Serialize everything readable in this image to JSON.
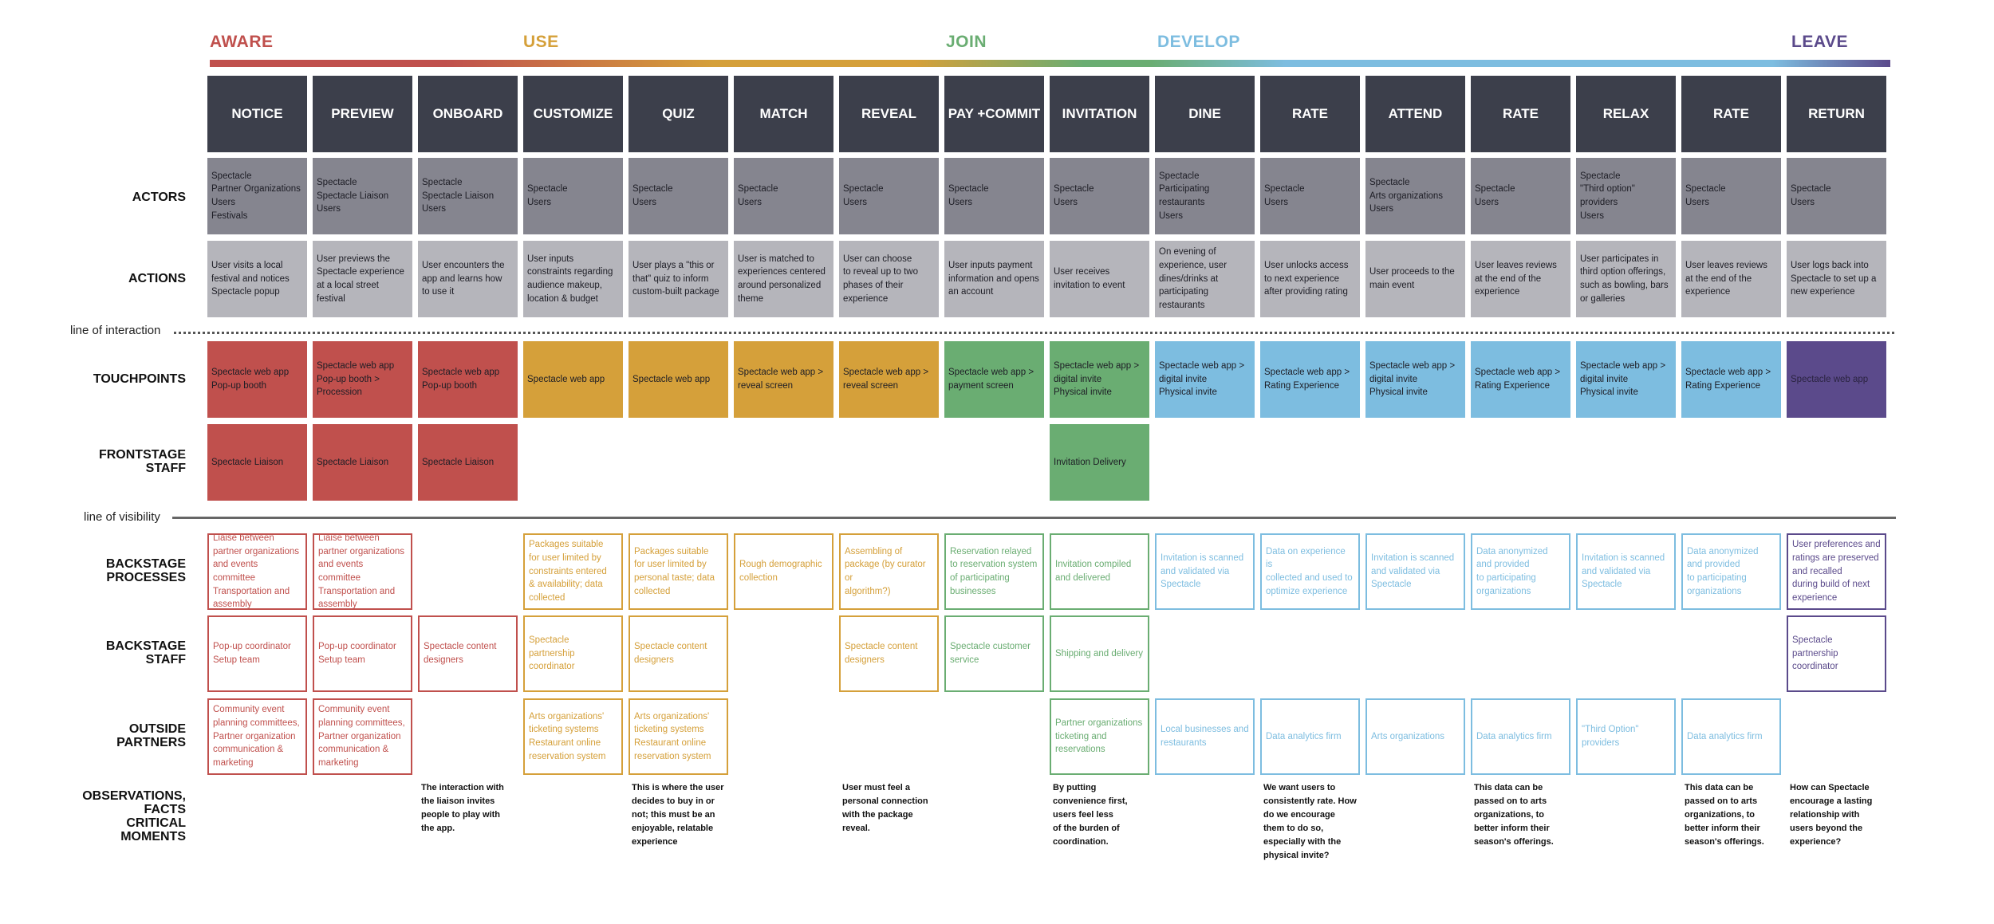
{
  "phases": {
    "aware": {
      "label": "AWARE",
      "color": "#c0504d"
    },
    "use": {
      "label": "USE",
      "color": "#d5a03a"
    },
    "join": {
      "label": "JOIN",
      "color": "#6aad72"
    },
    "develop": {
      "label": "DEVELOP",
      "color": "#7dbde0"
    },
    "leave": {
      "label": "LEAVE",
      "color": "#5b4a8b"
    }
  },
  "stages": [
    {
      "label": "NOTICE"
    },
    {
      "label": "PREVIEW"
    },
    {
      "label": "ONBOARD"
    },
    {
      "label": "CUSTOMIZE"
    },
    {
      "label": "QUIZ"
    },
    {
      "label": "MATCH"
    },
    {
      "label": "REVEAL"
    },
    {
      "label": "PAY +\nCOMMIT"
    },
    {
      "label": "INVITATION"
    },
    {
      "label": "DINE"
    },
    {
      "label": "RATE"
    },
    {
      "label": "ATTEND"
    },
    {
      "label": "RATE"
    },
    {
      "label": "RELAX"
    },
    {
      "label": "RATE"
    },
    {
      "label": "RETURN"
    }
  ],
  "row_labels": {
    "actors": "ACTORS",
    "actions": "ACTIONS",
    "touchpoints": "TOUCHPOINTS",
    "frontstage_staff": "FRONTSTAGE\nSTAFF",
    "backstage_processes": "BACKSTAGE\nPROCESSES",
    "backstage_staff": "BACKSTAGE\nSTAFF",
    "outside_partners": "OUTSIDE\nPARTNERS",
    "observations": "OBSERVATIONS,\nFACTS\nCRITICAL\nMOMENTS"
  },
  "divider_labels": {
    "interaction": "line of interaction",
    "visibility": "line of visibility"
  },
  "actors": [
    "Spectacle\nPartner Organizations\nUsers\nFestivals",
    "Spectacle\nSpectacle Liaison\nUsers",
    "Spectacle\nSpectacle Liaison\nUsers",
    "Spectacle\nUsers",
    "Spectacle\nUsers",
    "Spectacle\nUsers",
    "Spectacle\nUsers",
    "Spectacle\nUsers",
    "Spectacle\nUsers",
    "Spectacle\nParticipating\nrestaurants\nUsers",
    "Spectacle\nUsers",
    "Spectacle\nArts organizations\nUsers",
    "Spectacle\nUsers",
    "Spectacle\n\"Third option\"\nproviders\nUsers",
    "Spectacle\nUsers",
    "Spectacle\nUsers"
  ],
  "actions": [
    "User visits a local\nfestival and notices\nSpectacle popup",
    "User previews the\nSpectacle experience\nat a local street\nfestival",
    "User encounters the\napp and learns how\nto use it",
    "User inputs\nconstraints regarding\naudience makeup,\nlocation & budget",
    "User plays a \"this or\nthat\" quiz to inform\ncustom-built package",
    "User is matched to\nexperiences centered\naround personalized\ntheme",
    "User can choose\nto reveal up to two\nphases of their\nexperience",
    "User inputs payment\ninformation and opens\nan account",
    "User receives\ninvitation to event",
    "On evening of\nexperience, user\ndines/drinks at\nparticipating\nrestaurants",
    "User unlocks access\nto next experience\nafter providing rating",
    "User proceeds to the\nmain event",
    "User leaves reviews\nat the end of the\nexperience",
    "User participates in\nthird option offerings,\nsuch as bowling, bars\nor galleries",
    "User leaves reviews\nat the end of the\nexperience",
    "User logs back into\nSpectacle to set up a\nnew experience"
  ],
  "touchpoints": [
    "Spectacle web app\nPop-up booth",
    "Spectacle web app\nPop-up booth >\nProcession",
    "Spectacle web app\nPop-up booth",
    "Spectacle web app",
    "Spectacle web app",
    "Spectacle web app >\nreveal screen",
    "Spectacle web app >\nreveal screen",
    "Spectacle web app >\npayment screen",
    "Spectacle web app >\ndigital invite\nPhysical invite",
    "Spectacle web app >\ndigital invite\nPhysical invite",
    "Spectacle web app >\nRating Experience",
    "Spectacle web app >\ndigital invite\nPhysical invite",
    "Spectacle web app >\nRating Experience",
    "Spectacle web app >\ndigital invite\nPhysical invite",
    "Spectacle web app >\nRating Experience",
    "Spectacle web app"
  ],
  "frontstage_staff": [
    "Spectacle Liaison",
    "Spectacle Liaison",
    "Spectacle Liaison",
    "",
    "",
    "",
    "",
    "",
    "Invitation Delivery",
    "",
    "",
    "",
    "",
    "",
    "",
    ""
  ],
  "backstage_processes": [
    "Liaise between\npartner organizations\nand events committee\nTransportation and\nassembly",
    "Liaise between\npartner organizations\nand events committee\nTransportation and\nassembly",
    "",
    "Packages suitable\nfor user limited by\nconstraints entered\n& availability; data\ncollected",
    "Packages suitable\nfor user limited by\npersonal taste; data\ncollected",
    "Rough demographic\ncollection",
    "Assembling of\npackage (by curator or\nalgorithm?)",
    "Reservation relayed\nto reservation system\nof participating\nbusinesses",
    "Invitation compiled\nand delivered",
    "Invitation is scanned\nand validated via\nSpectacle",
    "Data on experience is\ncollected and used to\noptimize experience",
    "Invitation is scanned\nand validated via\nSpectacle",
    "Data anonymized\nand provided\nto participating\norganizations",
    "Invitation is scanned\nand validated via\nSpectacle",
    "Data anonymized\nand provided\nto participating\norganizations",
    "User preferences and\nratings are preserved\nand recalled\nduring build of next\nexperience"
  ],
  "backstage_staff": [
    "Pop-up coordinator\nSetup team",
    "Pop-up coordinator\nSetup team",
    "Spectacle content\ndesigners",
    "Spectacle partnership\ncoordinator",
    "Spectacle content\ndesigners",
    "",
    "Spectacle content\ndesigners",
    "Spectacle customer\nservice",
    "Shipping and delivery",
    "",
    "",
    "",
    "",
    "",
    "",
    "Spectacle partnership\ncoordinator"
  ],
  "outside_partners": [
    "Community event\nplanning committees,\nPartner organization\ncommunication &\nmarketing",
    "Community event\nplanning committees,\nPartner organization\ncommunication &\nmarketing",
    "",
    "Arts organizations'\nticketing systems\nRestaurant online\nreservation system",
    "Arts organizations'\nticketing systems\nRestaurant online\nreservation system",
    "",
    "",
    "",
    "Partner organizations\nticketing and\nreservations",
    "Local businesses and\nrestaurants",
    "Data analytics firm",
    "Arts organizations",
    "Data analytics firm",
    "\"Third Option\"\nproviders",
    "Data  analytics firm",
    ""
  ],
  "observations": [
    "",
    "",
    "The interaction with\nthe liaison invites\npeople to play with\nthe app.",
    "",
    "This is where the user\ndecides to buy in or\nnot; this must be an\nenjoyable, relatable\nexperience",
    "",
    "User must feel a\npersonal connection\nwith the package\nreveal.",
    "",
    "By putting\nconvenience first,\nusers feel less\nof the burden of\ncoordination.",
    "",
    "We want users to\nconsistently rate. How\ndo we encourage\nthem to do so,\nespecially with the\nphysical invite?",
    "",
    "This data can be\npassed on to arts\norganizations, to\nbetter inform their\nseason's offerings.",
    "",
    "This data can be\npassed on to arts\norganizations, to\nbetter inform their\nseason's offerings.",
    "How can Spectacle\nencourage a lasting\nrelationship with\nusers beyond the\nexperience?"
  ]
}
